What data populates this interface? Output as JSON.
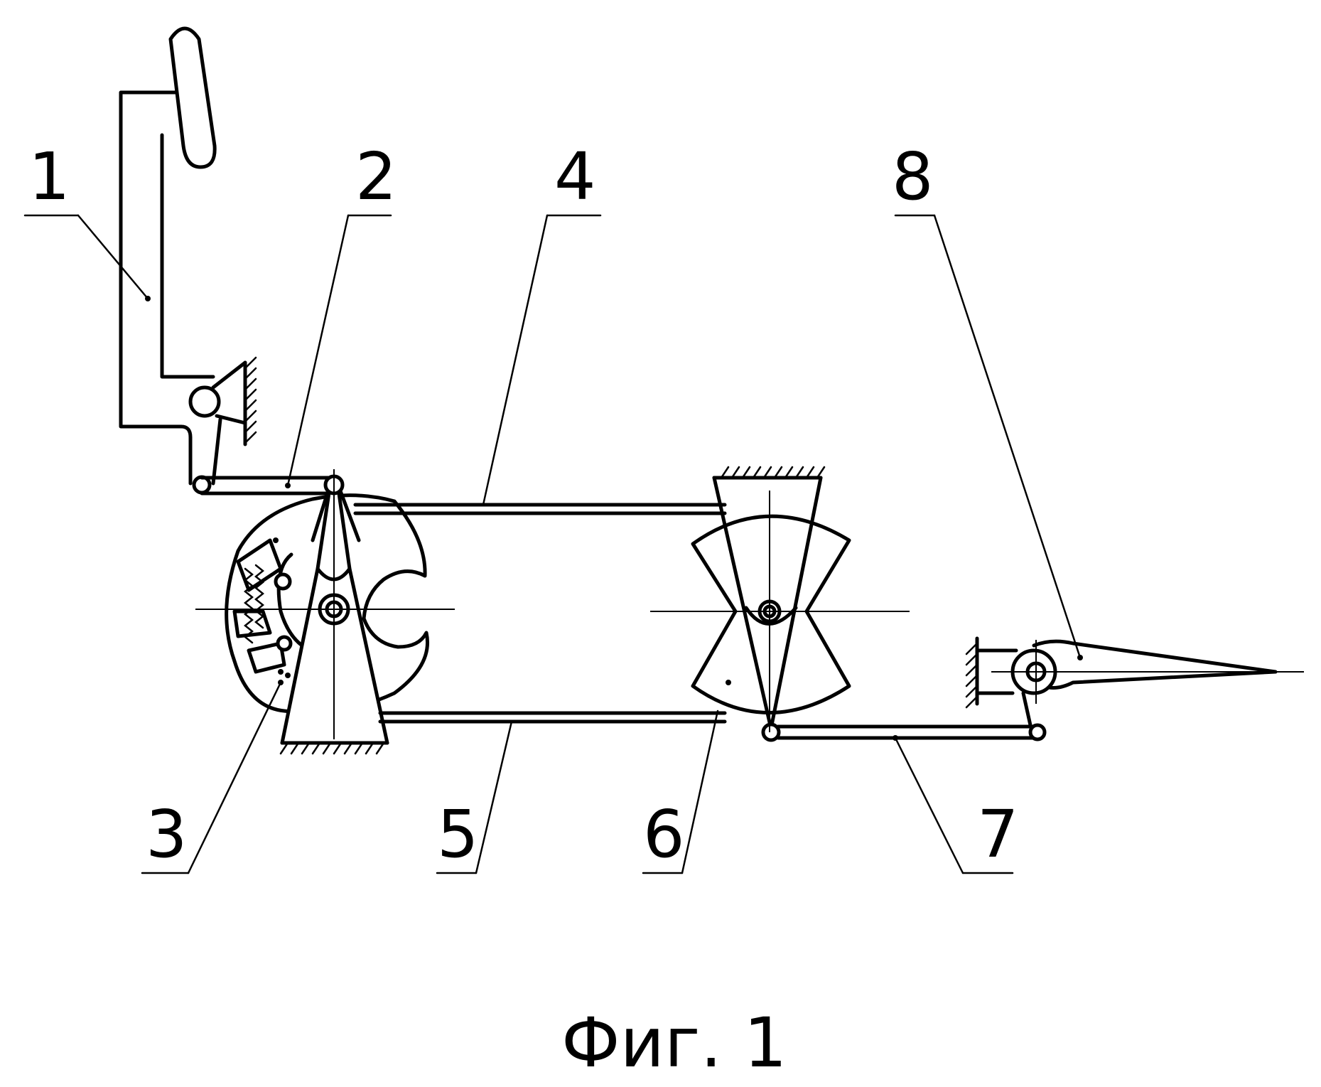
{
  "figure": {
    "caption": "Фиг. 1",
    "callouts": [
      {
        "id": "lever",
        "label": "1"
      },
      {
        "id": "rod",
        "label": "2"
      },
      {
        "id": "sector-with-mechanism",
        "label": "3"
      },
      {
        "id": "upper-link",
        "label": "4"
      },
      {
        "id": "lower-link",
        "label": "5"
      },
      {
        "id": "double-sector",
        "label": "6"
      },
      {
        "id": "output-rod",
        "label": "7"
      },
      {
        "id": "output-lever",
        "label": "8"
      }
    ]
  }
}
